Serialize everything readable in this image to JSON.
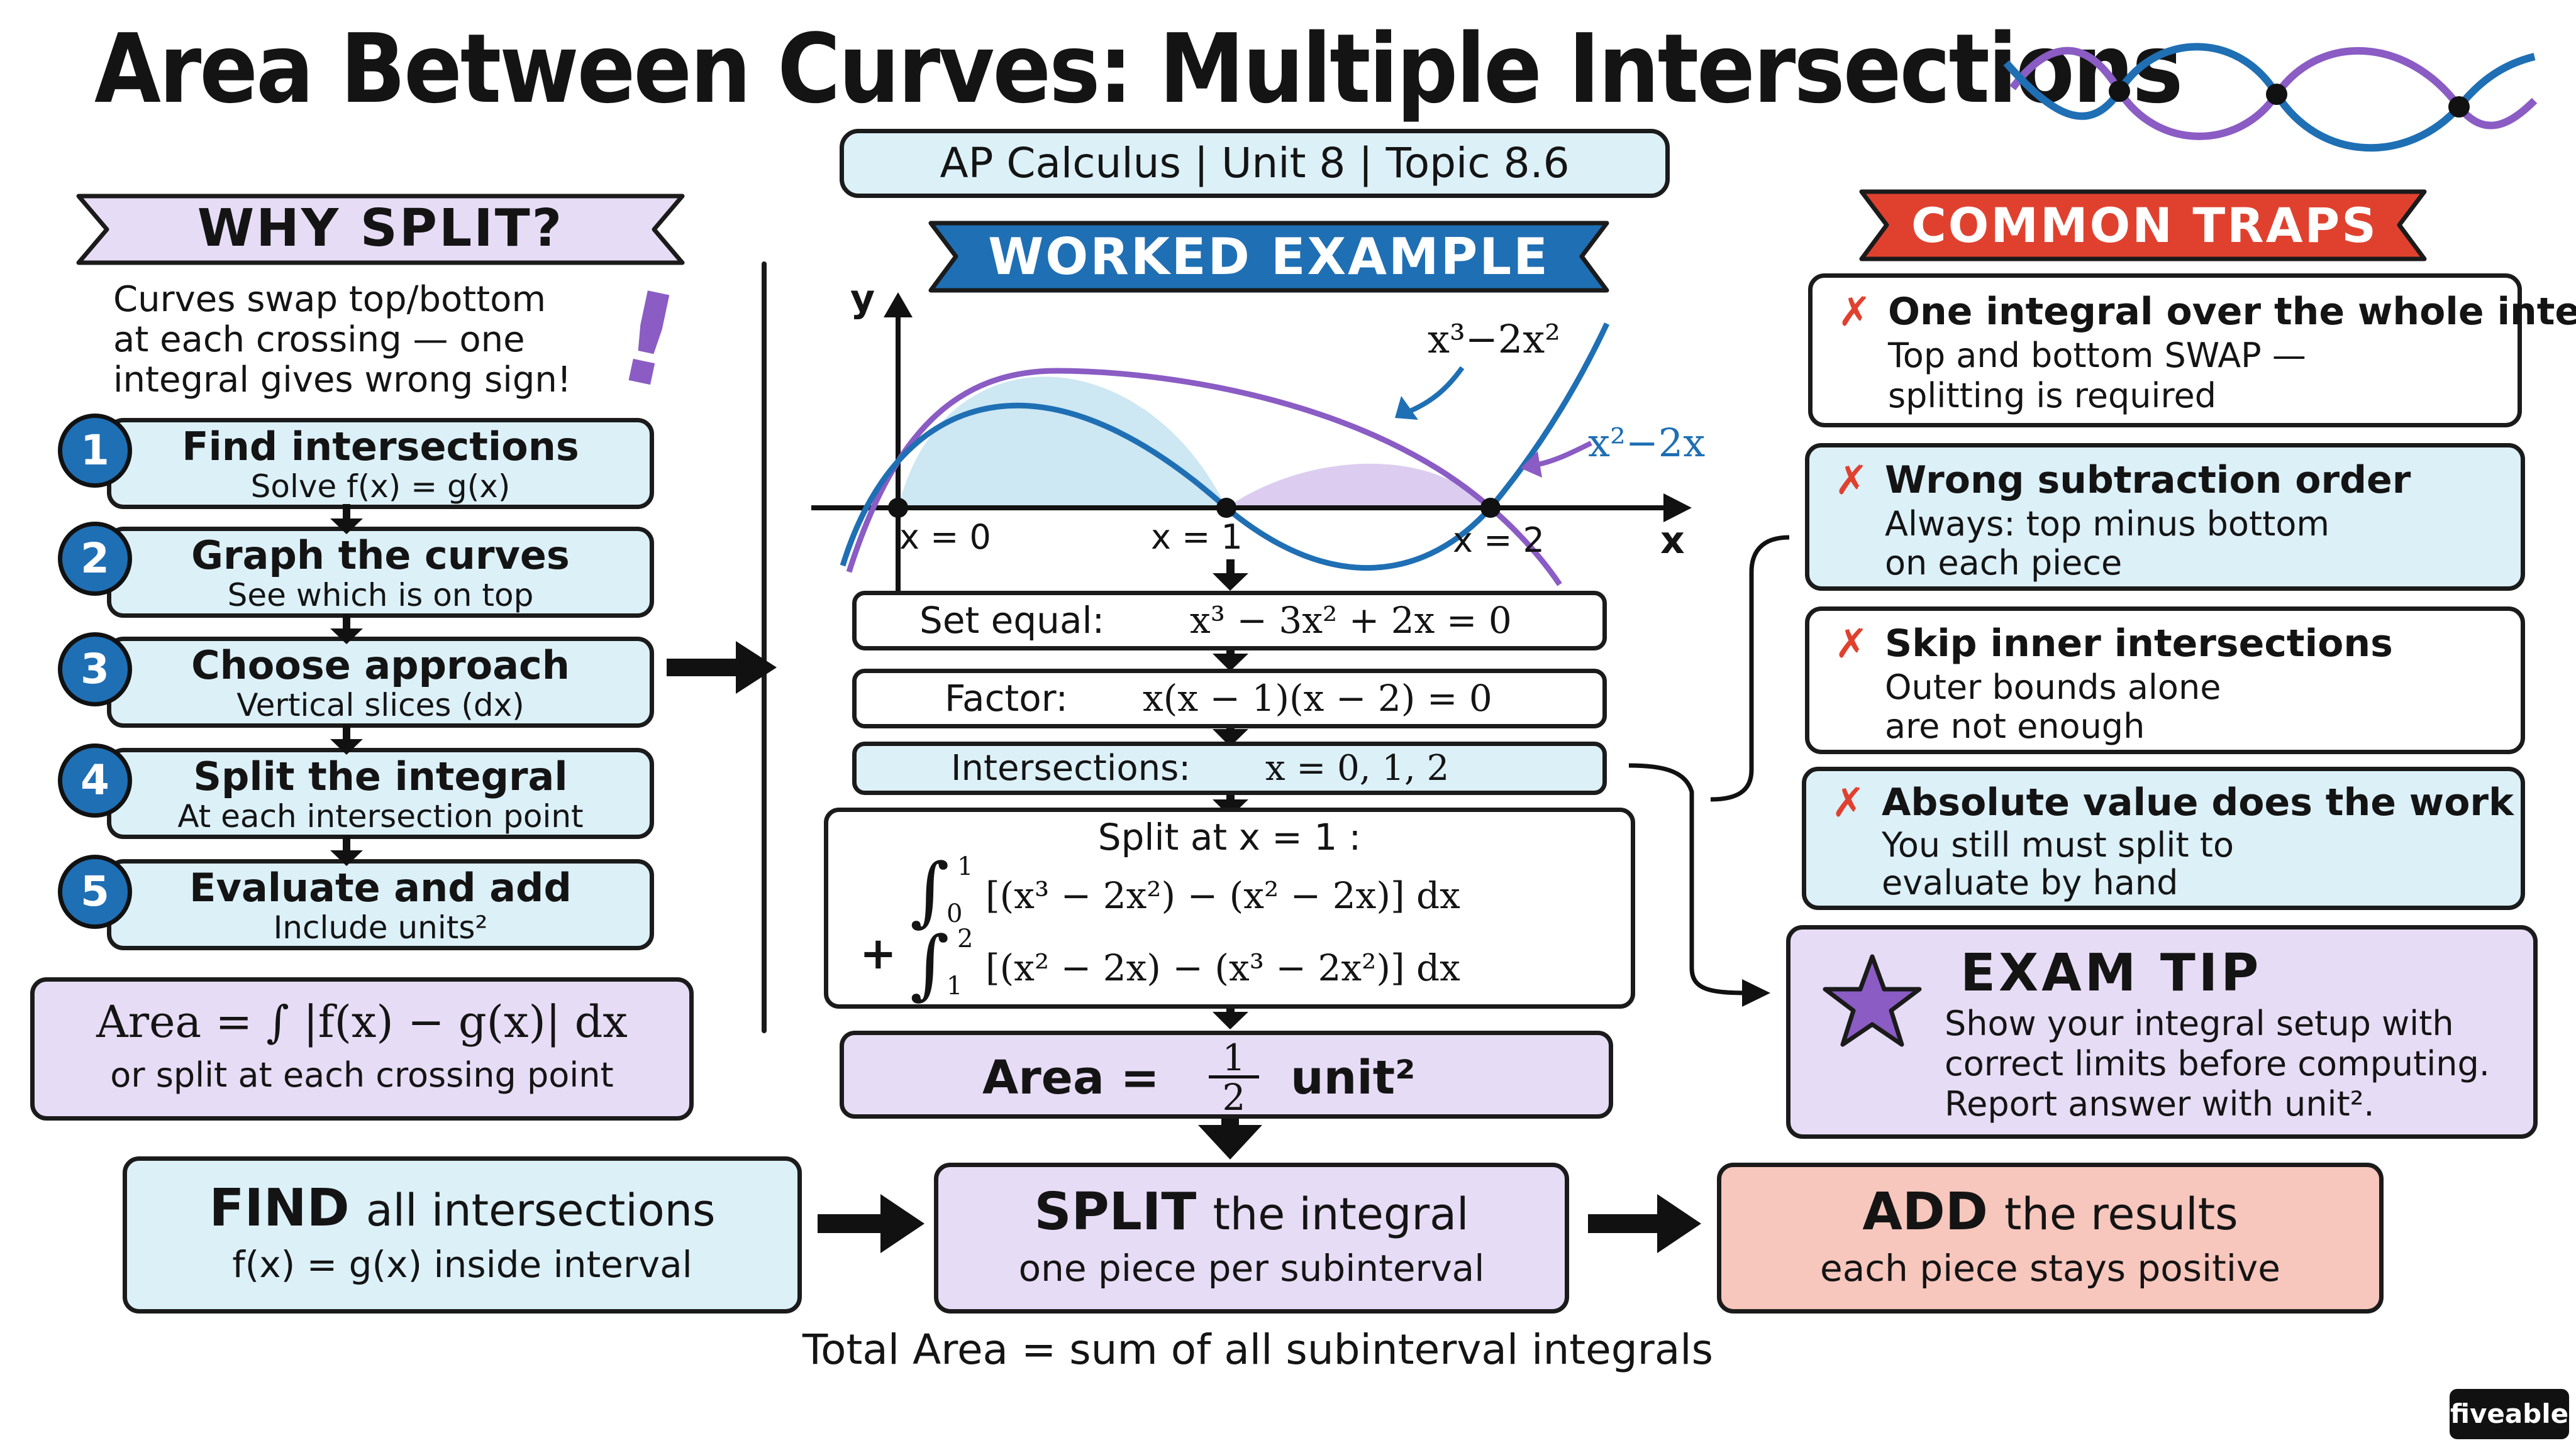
{
  "title": "Area Between Curves: Multiple Intersections",
  "subtitle": "AP Calculus | Unit 8 | Topic 8.6",
  "why_split": {
    "heading": "WHY SPLIT?",
    "text": [
      "Curves swap top/bottom",
      "at each crossing — one",
      "integral gives wrong sign!"
    ],
    "exclaim": "!"
  },
  "steps": [
    {
      "num": "1",
      "title": "Find intersections",
      "sub": "Solve f(x) = g(x)"
    },
    {
      "num": "2",
      "title": "Graph the curves",
      "sub": "See which is on top"
    },
    {
      "num": "3",
      "title": "Choose approach",
      "sub": "Vertical slices (dx)"
    },
    {
      "num": "4",
      "title": "Split the integral",
      "sub": "At each intersection point"
    },
    {
      "num": "5",
      "title": "Evaluate and add",
      "sub": "Include units²"
    }
  ],
  "area_formula": {
    "line1": "Area = ∫ |f(x) − g(x)| dx",
    "line2": "or split at each crossing point"
  },
  "worked_example": {
    "heading": "WORKED EXAMPLE",
    "graph": {
      "y_label": "y",
      "x_label": "x",
      "curve1_label": "x³−2x²",
      "curve2_label": "x²−2x",
      "tick_labels": [
        "x = 0",
        "x = 1",
        "x = 2"
      ]
    },
    "steps": [
      {
        "label": "Set equal:",
        "expr": "x³ − 3x² + 2x = 0"
      },
      {
        "label": "Factor:",
        "expr": "x(x − 1)(x − 2) = 0"
      },
      {
        "label": "Intersections:",
        "expr": "x = 0, 1, 2"
      }
    ],
    "split": {
      "heading": "Split at x = 1 :",
      "int1_upper": "1",
      "int1_lower": "0",
      "int1_expr": "[(x³ − 2x²) − (x² − 2x)] dx",
      "plus": "+",
      "int2_upper": "2",
      "int2_lower": "1",
      "int2_expr": "[(x² − 2x) − (x³ − 2x²)] dx"
    },
    "result": {
      "label": "Area =",
      "num": "1",
      "den": "2",
      "unit": "unit²"
    }
  },
  "common_traps": {
    "heading": "COMMON TRAPS",
    "items": [
      {
        "title": "One integral over the whole interval",
        "lines": [
          "Top and bottom SWAP —",
          "splitting is required"
        ]
      },
      {
        "title": "Wrong subtraction order",
        "lines": [
          "Always: top minus bottom",
          "on each piece"
        ]
      },
      {
        "title": "Skip inner intersections",
        "lines": [
          "Outer bounds alone",
          "are not enough"
        ]
      },
      {
        "title": "Absolute value does the work",
        "lines": [
          "You still must split to",
          "evaluate by hand"
        ]
      }
    ]
  },
  "exam_tip": {
    "heading": "EXAM TIP",
    "lines": [
      "Show your integral setup with",
      "correct limits before computing.",
      "Report answer with unit²."
    ]
  },
  "bottom_flow": [
    {
      "bold": "FIND",
      "rest": "all intersections",
      "sub": "f(x) = g(x) inside interval"
    },
    {
      "bold": "SPLIT",
      "rest": "the integral",
      "sub": "one piece per subinterval"
    },
    {
      "bold": "ADD",
      "rest": "the results",
      "sub": "each piece stays positive"
    }
  ],
  "footer": "Total Area = sum of all subinterval integrals",
  "brand": "fiveable",
  "colors": {
    "blue": "#1f6fb4",
    "purple": "#8a5cc4",
    "red": "#e0412f",
    "light_blue": "#dcf0f8",
    "light_purple": "#e7dcf5",
    "salmon": "#f7c6bc"
  }
}
